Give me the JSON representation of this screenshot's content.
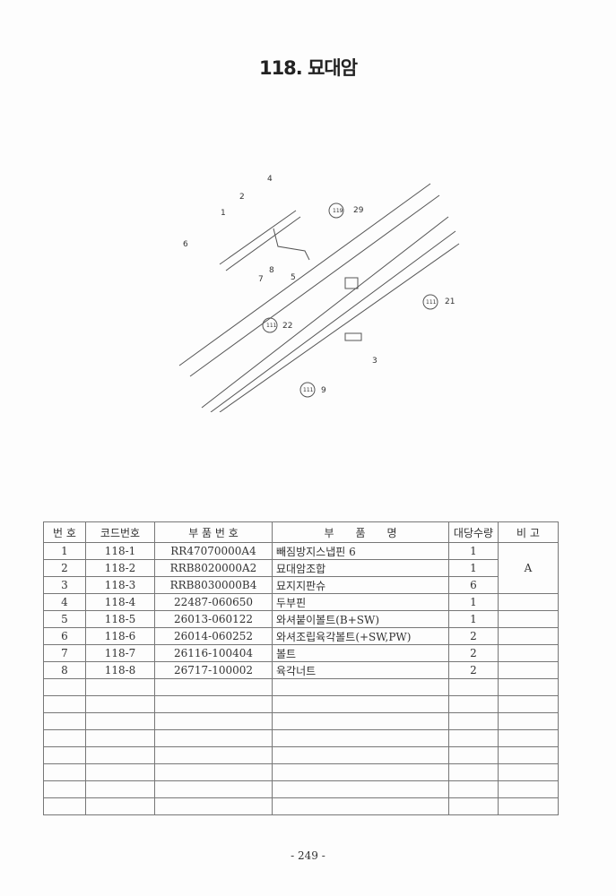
{
  "title": "118. 묘대암",
  "diagram": {
    "callouts": [
      "1",
      "2",
      "3",
      "4",
      "5",
      "6",
      "7",
      "8",
      "29",
      "21",
      "22",
      "9"
    ],
    "refs": [
      "119",
      "111",
      "111",
      "111"
    ]
  },
  "table": {
    "headers": [
      "번 호",
      "코드번호",
      "부 품 번 호",
      "부　　품　　명",
      "대당수량",
      "비 고"
    ],
    "rows": [
      [
        "1",
        "118-1",
        "RR47070000A4",
        "빼짐방지스냅핀 6",
        "1"
      ],
      [
        "2",
        "118-2",
        "RRB8020000A2",
        "묘대암조합",
        "1"
      ],
      [
        "3",
        "118-3",
        "RRB8030000B4",
        "묘지지판슈",
        "6"
      ],
      [
        "4",
        "118-4",
        "22487-060650",
        "두부핀",
        "1"
      ],
      [
        "5",
        "118-5",
        "26013-060122",
        "와셔붙이볼트(B+SW)",
        "1"
      ],
      [
        "6",
        "118-6",
        "26014-060252",
        "와셔조립육각볼트(+SW,PW)",
        "2"
      ],
      [
        "7",
        "118-7",
        "26116-100404",
        "볼트",
        "2"
      ],
      [
        "8",
        "118-8",
        "26717-100002",
        "육각너트",
        "2"
      ]
    ],
    "remark": "A"
  },
  "page_number": "- 249 -"
}
